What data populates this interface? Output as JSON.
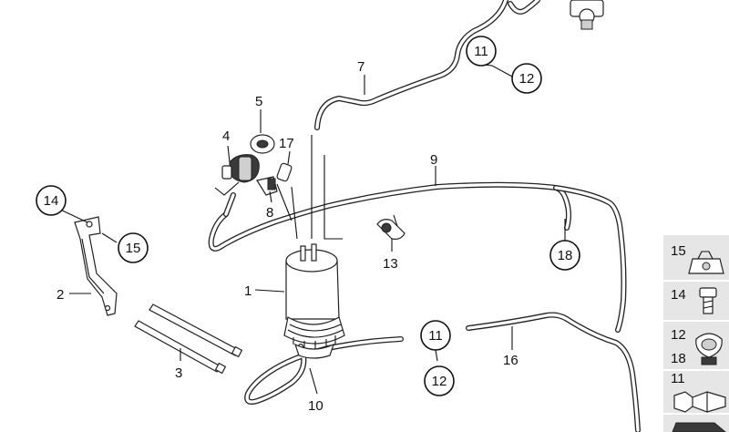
{
  "callouts": {
    "p1": "1",
    "p2": "2",
    "p3": "3",
    "p4": "4",
    "p5": "5",
    "p7": "7",
    "p8": "8",
    "p9": "9",
    "p10": "10",
    "p13": "13",
    "p16": "16",
    "p17": "17",
    "c11a": "11",
    "c12a": "12",
    "c11b": "11",
    "c12b": "12",
    "c14": "14",
    "c15": "15",
    "c18": "18"
  },
  "legend": {
    "items": [
      {
        "number": "15",
        "icon": "clip-nut-icon"
      },
      {
        "number": "14",
        "icon": "bolt-icon"
      },
      {
        "number": "12",
        "icon": "hose-clamp-icon"
      },
      {
        "number": "18",
        "icon": "hose-clamp-icon"
      },
      {
        "number": "11",
        "icon": "hose-connector-icon"
      }
    ]
  }
}
